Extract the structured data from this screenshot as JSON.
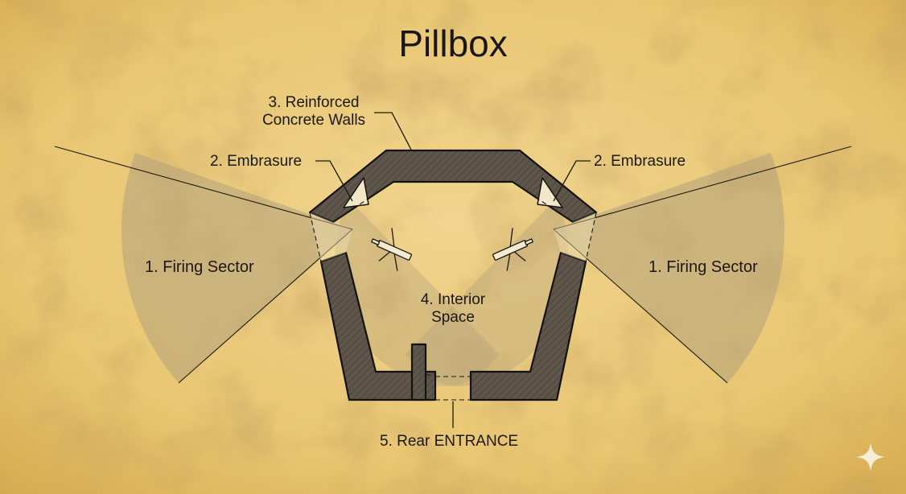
{
  "title": "Pillbox",
  "labels": {
    "firing_sector_left": "1. Firing Sector",
    "firing_sector_right": "1. Firing Sector",
    "embrasure_left": "2. Embrasure",
    "embrasure_right": "2. Embrasure",
    "walls_line1": "3. Reinforced",
    "walls_line2": "Concrete Walls",
    "interior_line1": "4. Interior",
    "interior_line2": "Space",
    "entrance": "5. Rear ENTRANCE"
  },
  "colors": {
    "paper": "#e9c878",
    "wall": "#5f564b",
    "wall_outline": "#141210",
    "sector_fill": "#b3a07c",
    "ink": "#1b1813"
  },
  "icons": [
    "machine-gun-icon",
    "sparkle-icon"
  ]
}
